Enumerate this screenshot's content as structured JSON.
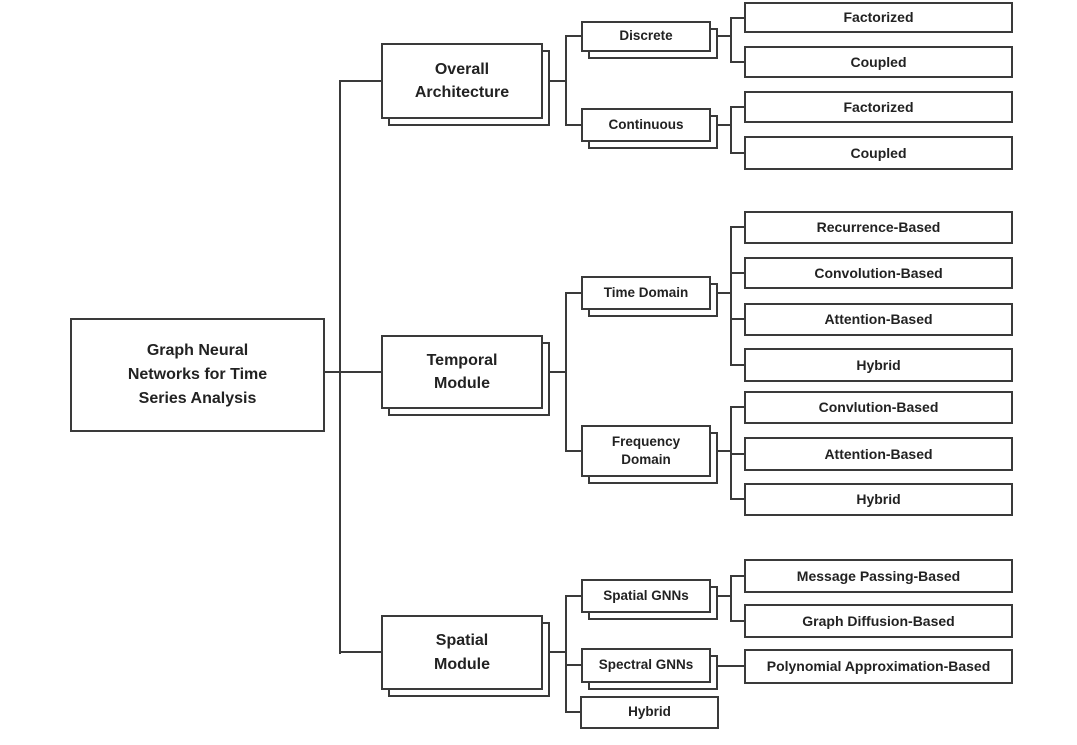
{
  "colors": {
    "border": "#3a3a3a",
    "connector_line": "#3a3a3a",
    "text": "#222222",
    "node_background": "#ffffff",
    "page_background": "#ffffff"
  },
  "diagram": {
    "root": {
      "label": "Graph Neural\nNetworks for Time\nSeries Analysis"
    },
    "branches": [
      {
        "label": "Overall\nArchitecture",
        "children": [
          {
            "label": "Discrete",
            "children": [
              {
                "label": "Factorized"
              },
              {
                "label": "Coupled"
              }
            ]
          },
          {
            "label": "Continuous",
            "children": [
              {
                "label": "Factorized"
              },
              {
                "label": "Coupled"
              }
            ]
          }
        ]
      },
      {
        "label": "Temporal\nModule",
        "children": [
          {
            "label": "Time Domain",
            "children": [
              {
                "label": "Recurrence-Based"
              },
              {
                "label": "Convolution-Based"
              },
              {
                "label": "Attention-Based"
              },
              {
                "label": "Hybrid"
              }
            ]
          },
          {
            "label": "Frequency\nDomain",
            "children": [
              {
                "label": "Convlution-Based"
              },
              {
                "label": "Attention-Based"
              },
              {
                "label": "Hybrid"
              }
            ]
          }
        ]
      },
      {
        "label": "Spatial\nModule",
        "children": [
          {
            "label": "Spatial GNNs",
            "children": [
              {
                "label": "Message Passing-Based"
              },
              {
                "label": "Graph Diffusion-Based"
              }
            ]
          },
          {
            "label": "Spectral GNNs",
            "children": [
              {
                "label": "Polynomial Approximation-Based"
              }
            ]
          },
          {
            "label": "Hybrid",
            "children": []
          }
        ]
      }
    ]
  }
}
